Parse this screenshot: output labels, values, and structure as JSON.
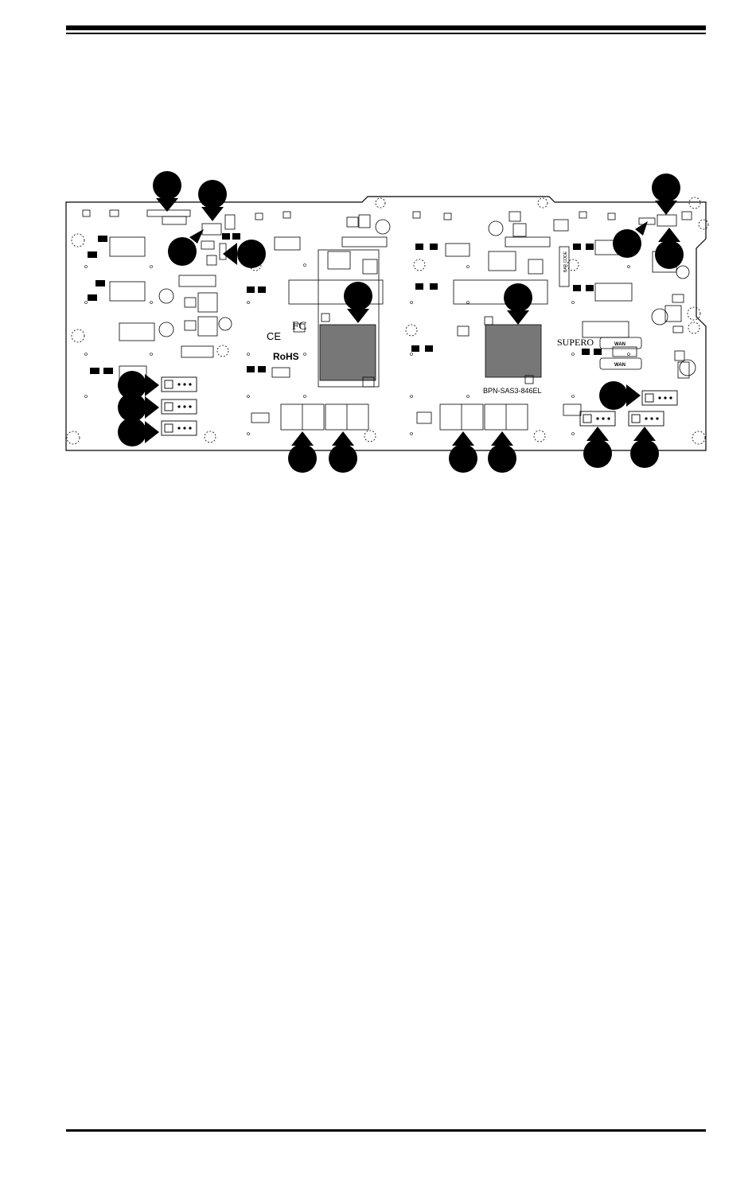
{
  "board": {
    "model": "BPN-SAS3-846EL",
    "brand": "SUPERO",
    "rohs": "RoHS",
    "fcc": "FC",
    "ce": "CE",
    "wan_labels": [
      "WAN",
      "WAN"
    ],
    "barcode": "BAR CODE"
  },
  "callouts": [
    {
      "id": "c01"
    },
    {
      "id": "c02"
    },
    {
      "id": "c03"
    },
    {
      "id": "c04"
    },
    {
      "id": "c05"
    },
    {
      "id": "c06"
    },
    {
      "id": "c07"
    },
    {
      "id": "c08"
    },
    {
      "id": "c09"
    },
    {
      "id": "c10"
    },
    {
      "id": "c11"
    },
    {
      "id": "c12"
    },
    {
      "id": "c13"
    },
    {
      "id": "c14"
    },
    {
      "id": "c15"
    },
    {
      "id": "c16"
    },
    {
      "id": "c17"
    },
    {
      "id": "c18"
    },
    {
      "id": "c19"
    }
  ]
}
